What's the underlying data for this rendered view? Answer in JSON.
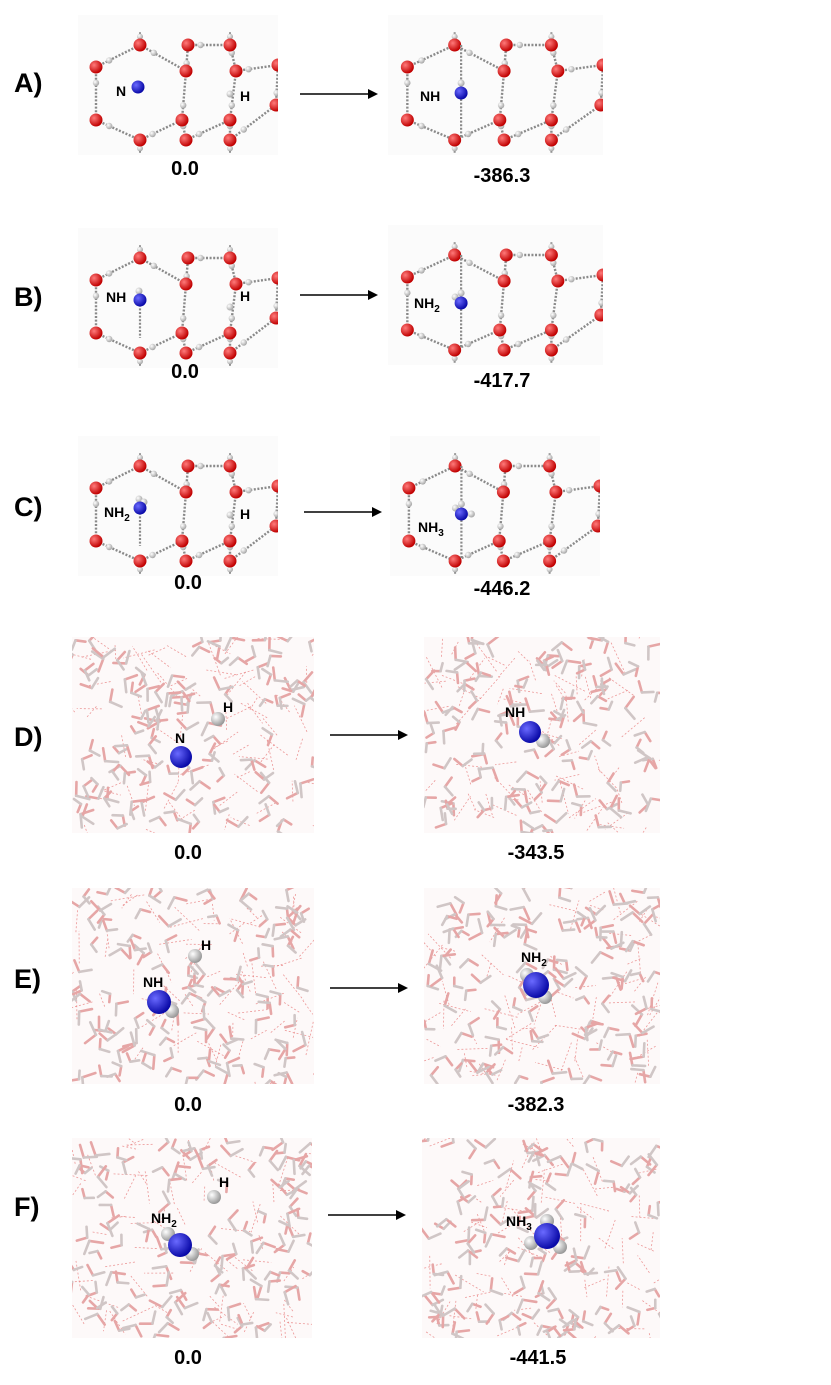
{
  "rows": [
    {
      "label": "A)",
      "type": "ice",
      "left": {
        "species": "N",
        "sub": "",
        "h": "H",
        "energy": "0.0"
      },
      "right": {
        "species": "NH",
        "sub": "",
        "energy": "-386.3"
      }
    },
    {
      "label": "B)",
      "type": "ice",
      "left": {
        "species": "NH",
        "sub": "",
        "h": "H",
        "energy": "0.0"
      },
      "right": {
        "species": "NH",
        "sub": "2",
        "energy": "-417.7"
      }
    },
    {
      "label": "C)",
      "type": "ice",
      "left": {
        "species": "NH",
        "sub": "2",
        "h": "H",
        "energy": "0.0"
      },
      "right": {
        "species": "NH",
        "sub": "3",
        "energy": "-446.2"
      }
    },
    {
      "label": "D)",
      "type": "amorphous",
      "left": {
        "species": "N",
        "sub": "",
        "h": "H",
        "energy": "0.0"
      },
      "right": {
        "species": "NH",
        "sub": "",
        "energy": "-343.5"
      }
    },
    {
      "label": "E)",
      "type": "amorphous",
      "left": {
        "species": "NH",
        "sub": "",
        "h": "H",
        "energy": "0.0"
      },
      "right": {
        "species": "NH",
        "sub": "2",
        "energy": "-382.3"
      }
    },
    {
      "label": "F)",
      "type": "amorphous",
      "left": {
        "species": "NH",
        "sub": "2",
        "h": "H",
        "energy": "0.0"
      },
      "right": {
        "species": "NH",
        "sub": "3",
        "energy": "-441.5"
      }
    }
  ],
  "colors": {
    "oxygen": "#e01010",
    "hydrogen": "#d8d8d8",
    "nitrogen": "#1a1ad0",
    "bond": "#8a8a8a",
    "hbond_red": "#e88080"
  }
}
